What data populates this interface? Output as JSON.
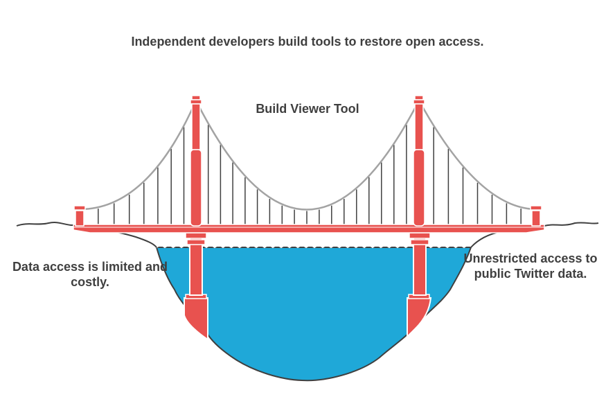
{
  "headline": "Independent developers build tools to restore open access.",
  "bridge_label": "Build Viewer Tool",
  "left_side": "Data access is limited and costly.",
  "right_side": "Unrestricted access to public Twitter data.",
  "colors": {
    "tower": "#e8524f",
    "water": "#1fa8d8",
    "cable": "#a3a3a3",
    "ground_outline": "#3f3f3f",
    "text": "#3f3f3f"
  }
}
